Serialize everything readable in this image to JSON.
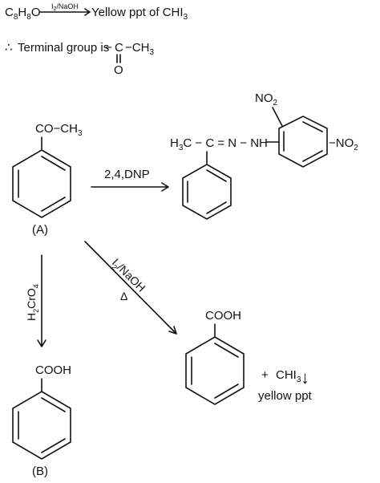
{
  "header": {
    "formula_c": "C",
    "formula_c_sub": "8",
    "formula_h": "H",
    "formula_h_sub": "8",
    "formula_o": "O",
    "reagent_i": "I",
    "reagent_i_sub": "2",
    "reagent_rest": "/NaOH",
    "result": "Yellow ppt of CHI",
    "result_sub": "3"
  },
  "terminal": {
    "therefore": "∴",
    "label": "Terminal group is",
    "dash": "−",
    "carbon": "C",
    "group": "−CH",
    "group_sub": "3",
    "oxygen": "O"
  },
  "compound_a": {
    "substituent": "CO−CH",
    "substituent_sub": "3",
    "label": "(A)"
  },
  "dnp_reaction": {
    "reagent": "2,4,DNP"
  },
  "hydrazone": {
    "left_h": "H",
    "left_sub": "3",
    "left_rest": "C − C = N − NH",
    "no2_top": "NO",
    "no2_top_sub": "2",
    "no2_right": "−NO",
    "no2_right_sub": "2"
  },
  "oxidation": {
    "h": "H",
    "h_sub": "2",
    "cro": "CrO",
    "cro_sub": "4"
  },
  "haloform": {
    "i": "I",
    "i_sub": "2",
    "rest": "/NaOH",
    "heat": "Δ"
  },
  "compound_b": {
    "substituent": "COOH",
    "label": "(B)"
  },
  "benzoic_product": {
    "substituent": "COOH"
  },
  "iodoform": {
    "plus": "+",
    "formula": "CHI",
    "formula_sub": "3",
    "down_arrow": "↓",
    "note": "yellow ppt"
  }
}
